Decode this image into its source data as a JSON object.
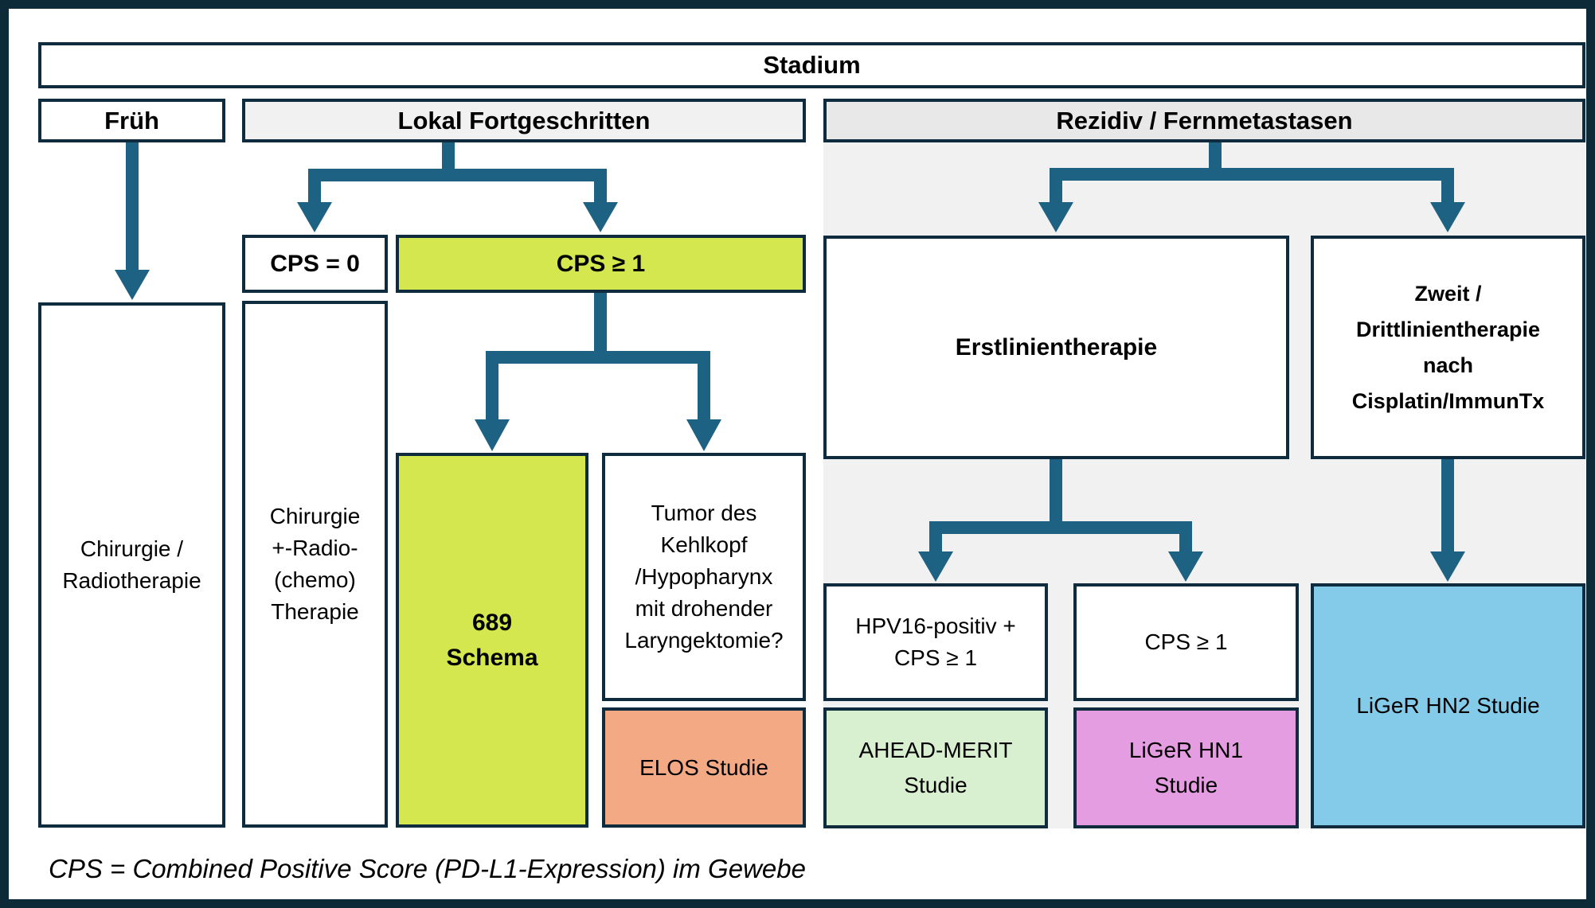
{
  "stadium": {
    "label": "Stadium"
  },
  "headers": {
    "frueh": "Früh",
    "lokal": "Lokal Fortgeschritten",
    "rezidiv": "Rezidiv / Fernmetastasen"
  },
  "frueh_path": {
    "treatment_lines": [
      "Chirurgie /",
      "Radiotherapie"
    ]
  },
  "lokal_path": {
    "cps0": {
      "label": "CPS = 0",
      "treatment_lines": [
        "Chirurgie",
        "+-Radio-",
        "(chemo)",
        "Therapie"
      ]
    },
    "cps1": {
      "label": "CPS ≥ 1",
      "schema_lines": [
        "689",
        "Schema"
      ],
      "tumor_lines": [
        "Tumor des",
        "Kehlkopf",
        "/Hypopharynx",
        "mit drohender",
        "Laryngektomie?"
      ],
      "elos_study": "ELOS Studie"
    }
  },
  "rezidiv_path": {
    "erstlinie": {
      "label": "Erstlinientherapie",
      "hpv_branch": {
        "criteria_lines": [
          "HPV16-positiv +",
          "CPS ≥ 1"
        ],
        "study_lines": [
          "AHEAD-MERIT",
          "Studie"
        ]
      },
      "cps_branch": {
        "criteria": "CPS ≥ 1",
        "study_lines": [
          "LiGeR HN1",
          "Studie"
        ]
      }
    },
    "zweitlinie": {
      "label_lines": [
        "Zweit /",
        "Drittlinientherapie",
        "nach",
        "Cisplatin/ImmunTx"
      ],
      "study": "LiGeR HN2 Studie"
    }
  },
  "footnote": "CPS = Combined Positive Score (PD-L1-Expression) im Gewebe",
  "colors": {
    "frame": "#0d2a38",
    "box_border": "#0e2c3e",
    "arrow": "#1d6183",
    "green": "#d5e74e",
    "salmon": "#f2a984",
    "light_green": "#d9f0d0",
    "orchid": "#e49de1",
    "light_blue": "#83cbe9",
    "lokal_header_gray": "#f1f1f1",
    "rezidiv_header_gray": "#e8e8e8",
    "panel_gray": "#f1f1f1"
  }
}
